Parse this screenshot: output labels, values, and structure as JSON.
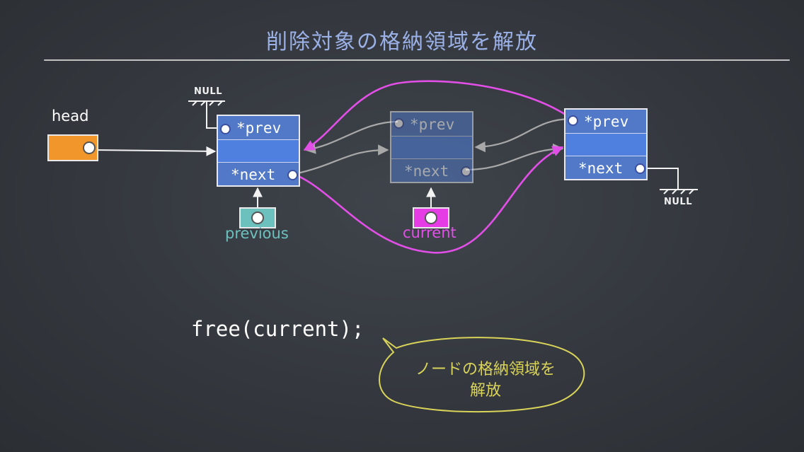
{
  "slide": {
    "title": "削除対象の格納領域を解放"
  },
  "variables": {
    "head": "head",
    "previous": "previous",
    "current": "current"
  },
  "nodes": [
    {
      "prev_label": "*prev",
      "next_label": "*next"
    },
    {
      "prev_label": "*prev",
      "next_label": "*next"
    },
    {
      "prev_label": "*prev",
      "next_label": "*next"
    }
  ],
  "null_labels": {
    "top": "NULL",
    "bottom": "NULL"
  },
  "code": {
    "statement": "free(current);"
  },
  "callout": {
    "line1": "ノードの格納領域を",
    "line2": "解放"
  },
  "colors": {
    "title": "#9ab0e6",
    "node_fill": "#5179c7",
    "node_mid": "#4f80e0",
    "head_box": "#f0962a",
    "previous_box": "#6cc0bd",
    "current_box": "#e63ce6",
    "magenta_arrow": "#e14fe6",
    "gray_arrow": "#a8a8a8",
    "callout": "#d9d35a"
  }
}
